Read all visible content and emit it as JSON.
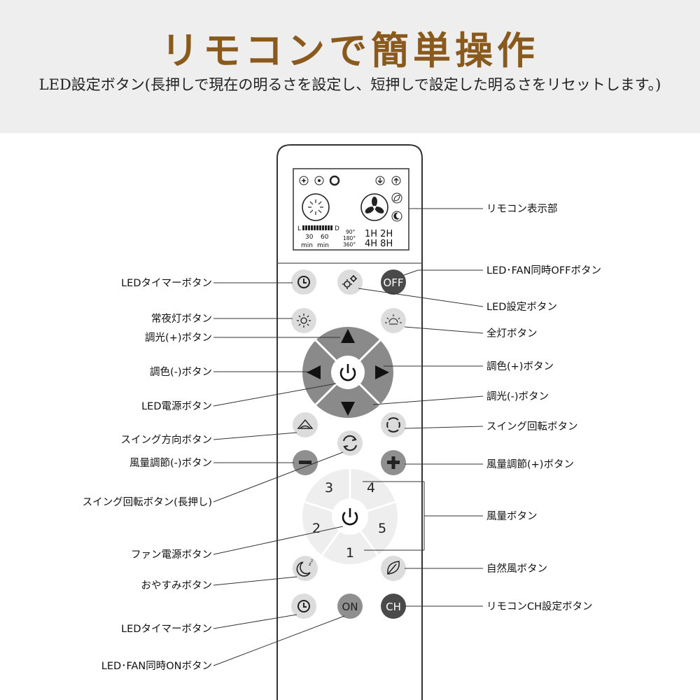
{
  "header": {
    "title": "リモコンで簡単操作",
    "subtitle": "LED設定ボタン(長押しで現在の明るさを設定し、短押しで設定した明るさをリセットします。)"
  },
  "display": {
    "minutes": [
      "30",
      "60"
    ],
    "min_labels": [
      "min",
      "min"
    ],
    "angles": [
      "90°",
      "180°",
      "360°"
    ],
    "hours_row1": "1H 2H",
    "hours_row2": "4H 8H",
    "bar_start": "L",
    "bar_end": "D"
  },
  "buttons": {
    "off": "OFF",
    "on": "ON",
    "ch": "CH",
    "fan_speeds": [
      "1",
      "2",
      "3",
      "4",
      "5"
    ]
  },
  "labels_left": {
    "led_timer_top": "LEDタイマーボタン",
    "night_light": "常夜灯ボタン",
    "dim_plus": "調光(+)ボタン",
    "color_minus": "調色(-)ボタン",
    "led_power": "LED電源ボタン",
    "swing_direction": "スイング方向ボタン",
    "fan_minus": "風量調節(-)ボタン",
    "swing_rotate_long": "スイング回転ボタン(長押し)",
    "fan_power": "ファン電源ボタン",
    "sleep": "おやすみボタン",
    "led_timer_bottom": "LEDタイマーボタン",
    "led_fan_on": "LED･FAN同時ONボタン"
  },
  "labels_right": {
    "display": "リモコン表示部",
    "led_fan_off": "LED･FAN同時OFFボタン",
    "led_setting": "LED設定ボタン",
    "full_light": "全灯ボタン",
    "color_plus": "調色(+)ボタン",
    "dim_minus": "調光(-)ボタン",
    "swing_rotate": "スイング回転ボタン",
    "fan_plus": "風量調節(+)ボタン",
    "fan_speed": "風量ボタン",
    "natural_wind": "自然風ボタン",
    "ch_setting": "リモコンCH設定ボタン"
  },
  "colors": {
    "title": "#8a5a1d",
    "header_bg": "#eeeeee",
    "button_light": "#dcdcdc",
    "button_mid": "#8f8f8f",
    "button_dark": "#4a4a4a",
    "dpad": "#8a8a8a"
  },
  "icons": [
    "clock-icon",
    "gears-icon",
    "sun-icon",
    "arrow-icon",
    "power-icon",
    "swing-icon",
    "rotate-icon",
    "minus-icon",
    "plus-icon",
    "moon-icon",
    "leaf-icon",
    "fan-icon"
  ]
}
